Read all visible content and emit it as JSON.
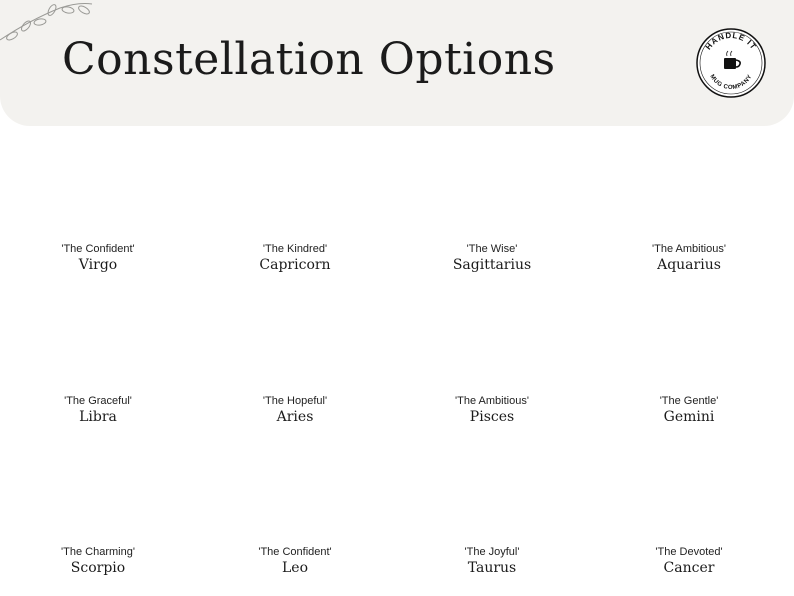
{
  "header": {
    "title": "Constellation Options",
    "logo_top": "HANDLE IT",
    "logo_bottom": "MUG COMPANY"
  },
  "icons": [
    "leaf-sprig-icon",
    "mug-icon",
    "moon-icon",
    "star-icon"
  ],
  "colors": {
    "ink": "#111111",
    "header_bg": "#f3f2ef"
  },
  "constellations": [
    {
      "nickname": "'The Confident'",
      "name": "Virgo"
    },
    {
      "nickname": "'The Kindred'",
      "name": "Capricorn"
    },
    {
      "nickname": "'The Wise'",
      "name": "Sagittarius"
    },
    {
      "nickname": "'The Ambitious'",
      "name": "Aquarius"
    },
    {
      "nickname": "'The Graceful'",
      "name": "Libra"
    },
    {
      "nickname": "'The Hopeful'",
      "name": "Aries"
    },
    {
      "nickname": "'The Ambitious'",
      "name": "Pisces"
    },
    {
      "nickname": "'The Gentle'",
      "name": "Gemini"
    },
    {
      "nickname": "'The Charming'",
      "name": "Scorpio"
    },
    {
      "nickname": "'The Confident'",
      "name": "Leo"
    },
    {
      "nickname": "'The Joyful'",
      "name": "Taurus"
    },
    {
      "nickname": "'The Devoted'",
      "name": "Cancer"
    }
  ]
}
